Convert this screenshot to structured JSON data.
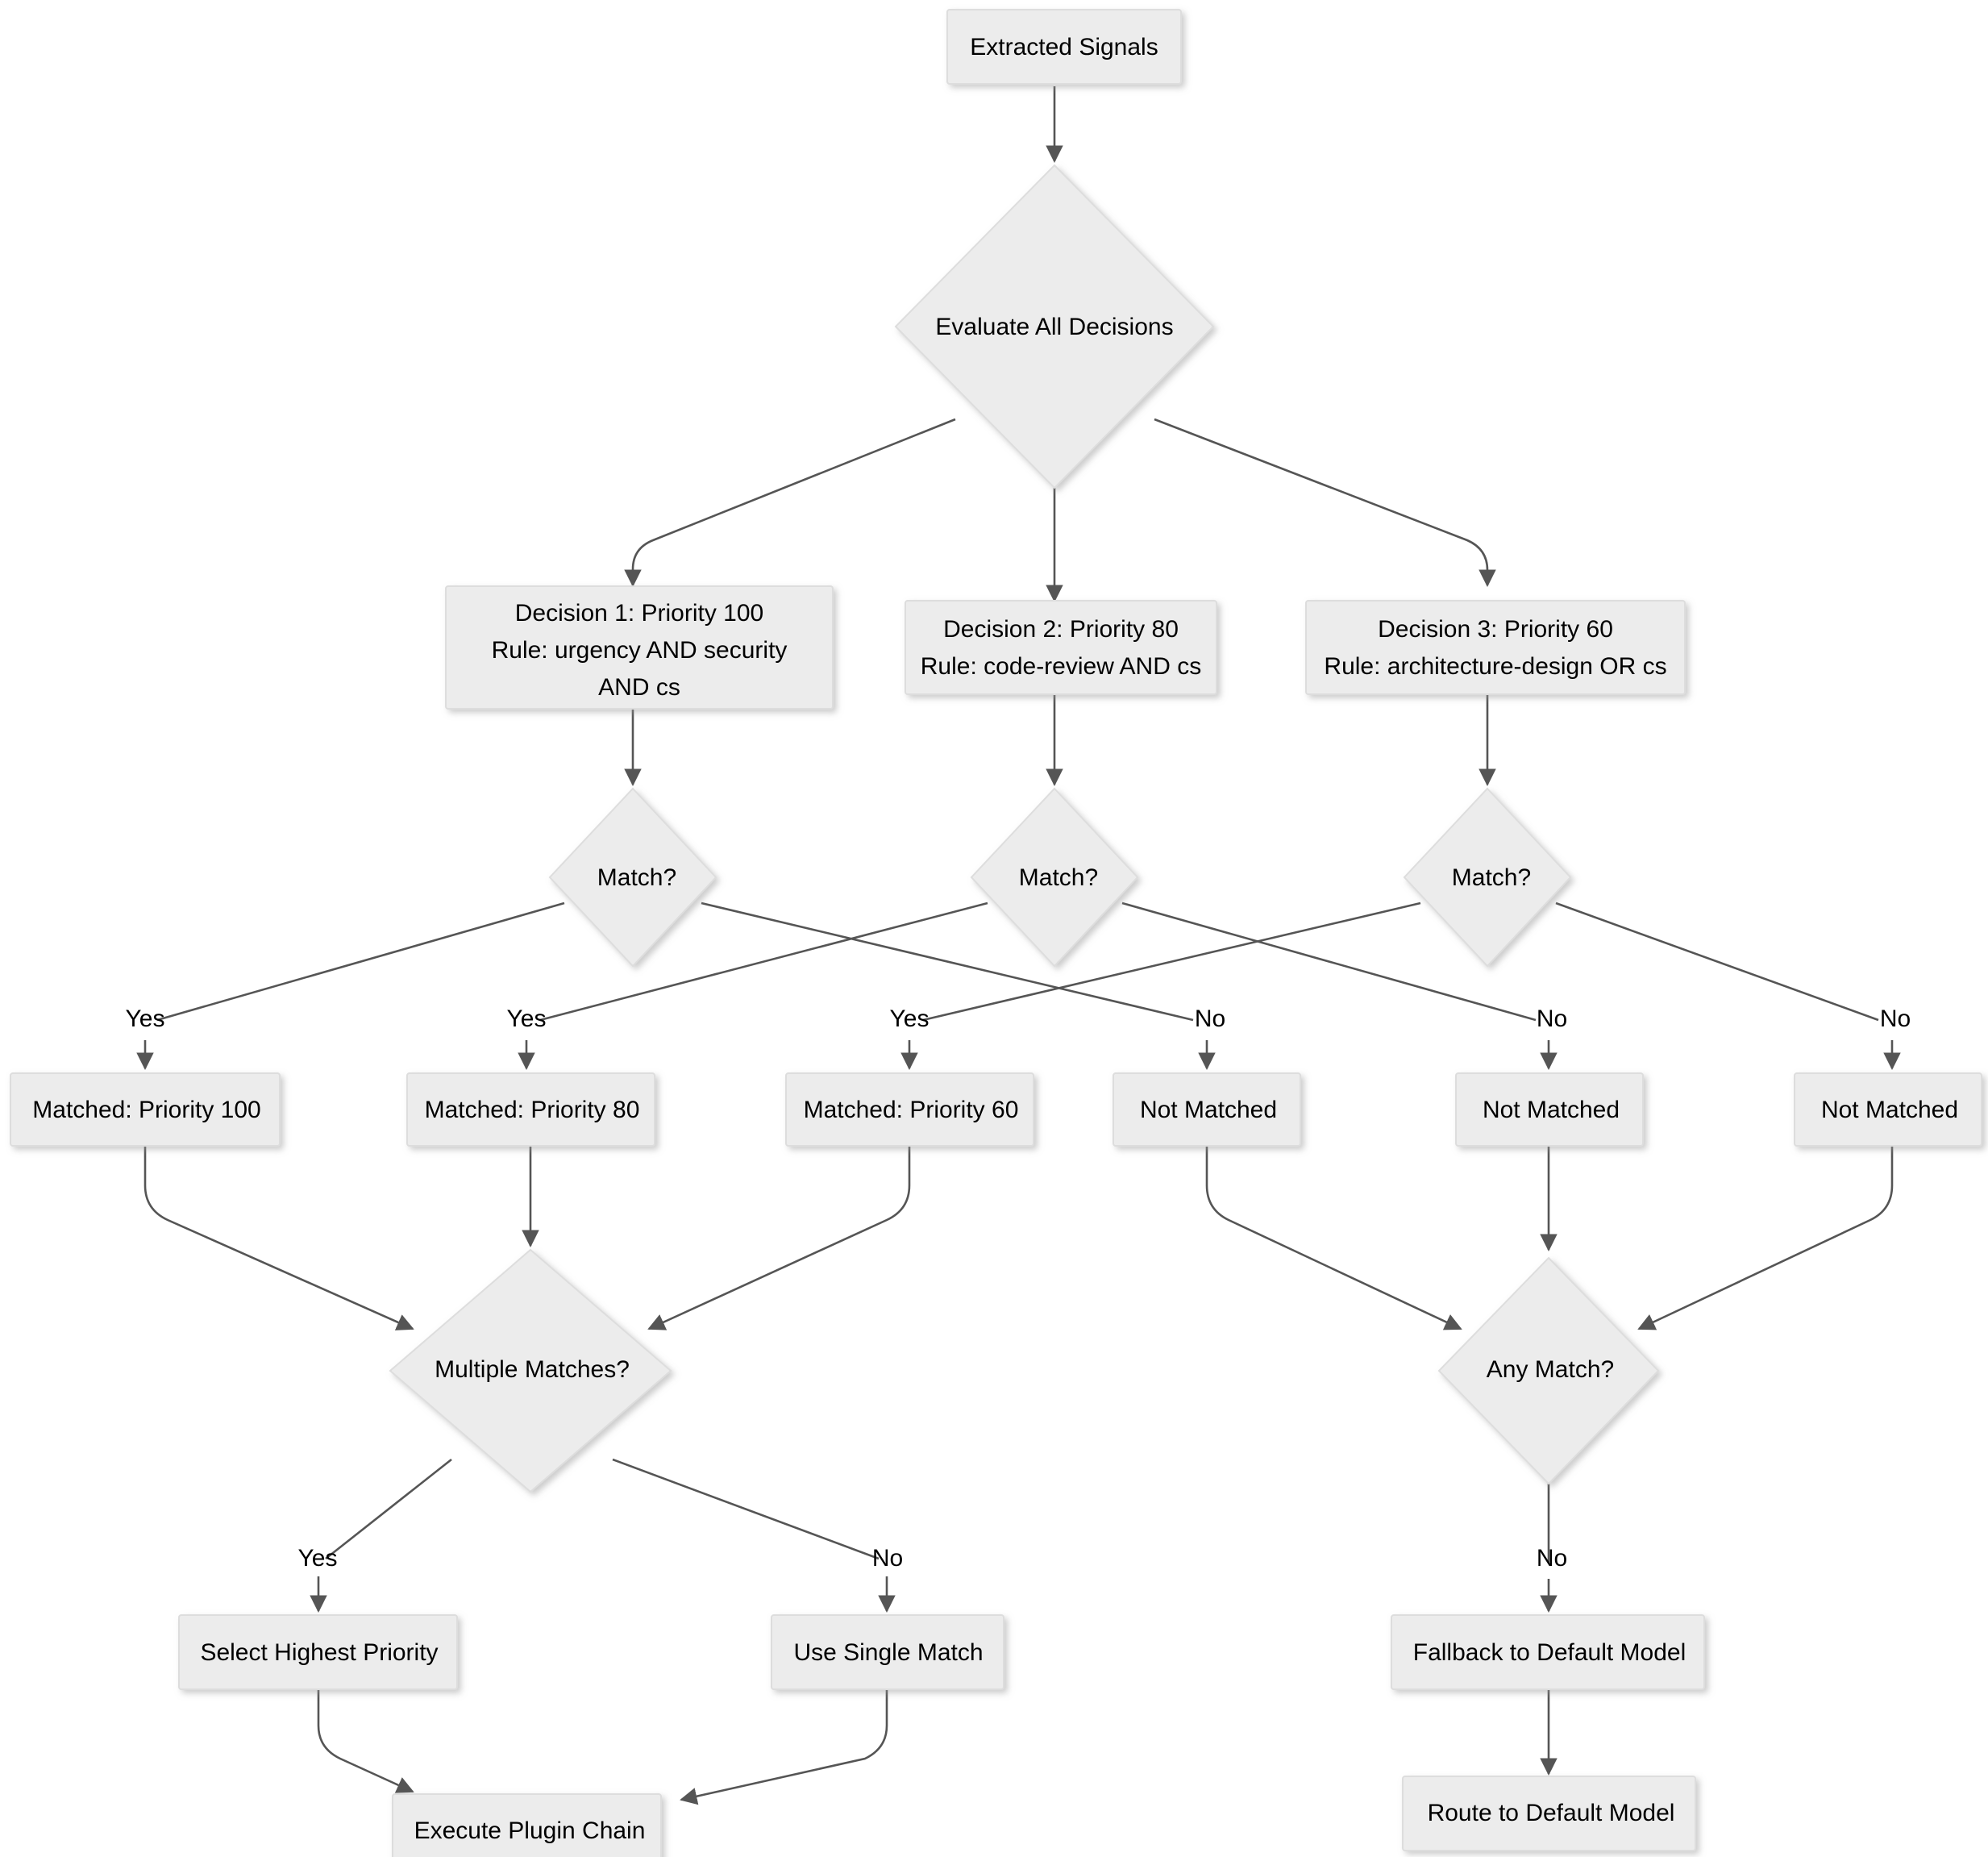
{
  "diagram": {
    "title": "Decision Routing Flowchart",
    "background_color": "#ffffff",
    "node_fill_color": "#ECECEC",
    "node_border_color": "#DDDDDD",
    "edge_color": "#555555",
    "text_color": "#000000"
  },
  "nodes": {
    "extracted_signals": {
      "label": "Extracted Signals",
      "shape": "rect"
    },
    "evaluate_all": {
      "label": "Evaluate All Decisions",
      "shape": "diamond"
    },
    "decision1_line1": {
      "label": "Decision 1: Priority 100"
    },
    "decision1_line2": {
      "label": "Rule: urgency AND security"
    },
    "decision1_line3": {
      "label": "AND cs"
    },
    "decision2_line1": {
      "label": "Decision 2: Priority 80"
    },
    "decision2_line2": {
      "label": "Rule: code-review AND cs"
    },
    "decision3_line1": {
      "label": "Decision 3: Priority 60"
    },
    "decision3_line2": {
      "label": "Rule: architecture-design OR cs"
    },
    "match1": {
      "label": "Match?",
      "shape": "diamond"
    },
    "match2": {
      "label": "Match?",
      "shape": "diamond"
    },
    "match3": {
      "label": "Match?",
      "shape": "diamond"
    },
    "matched_100": {
      "label": "Matched: Priority 100",
      "shape": "rect"
    },
    "matched_80": {
      "label": "Matched: Priority 80",
      "shape": "rect"
    },
    "matched_60": {
      "label": "Matched: Priority 60",
      "shape": "rect"
    },
    "not_matched_1": {
      "label": "Not Matched",
      "shape": "rect"
    },
    "not_matched_2": {
      "label": "Not Matched",
      "shape": "rect"
    },
    "not_matched_3": {
      "label": "Not Matched",
      "shape": "rect"
    },
    "multiple_matches": {
      "label": "Multiple Matches?",
      "shape": "diamond"
    },
    "any_match": {
      "label": "Any Match?",
      "shape": "diamond"
    },
    "select_highest": {
      "label": "Select Highest Priority",
      "shape": "rect"
    },
    "use_single": {
      "label": "Use Single Match",
      "shape": "rect"
    },
    "fallback_default": {
      "label": "Fallback to Default Model",
      "shape": "rect"
    },
    "execute_plugin": {
      "label": "Execute Plugin Chain",
      "shape": "rect"
    },
    "route_default": {
      "label": "Route to Default Model",
      "shape": "rect"
    }
  },
  "edge_labels": {
    "yes_1": "Yes",
    "yes_2": "Yes",
    "yes_3": "Yes",
    "no_1": "No",
    "no_2": "No",
    "no_3": "No",
    "multi_yes": "Yes",
    "multi_no": "No",
    "any_no": "No"
  }
}
